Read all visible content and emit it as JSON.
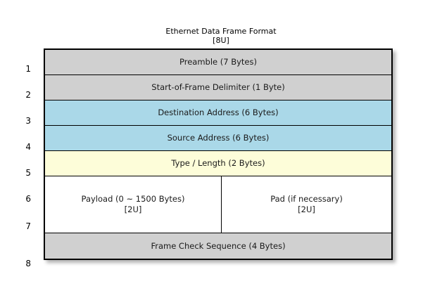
{
  "title": {
    "main": "Ethernet Data Frame Format",
    "sub": "[8U]"
  },
  "colors": {
    "header_gray": "#d0d0d0",
    "address_blue": "#aad8e8",
    "type_yellow": "#fdfdd9",
    "payload_white": "#ffffff",
    "border": "#000000",
    "background": "#ffffff"
  },
  "row_numbers": [
    "1",
    "2",
    "3",
    "4",
    "5",
    "6",
    "7",
    "8"
  ],
  "rows": [
    {
      "number": "1",
      "label": "Preamble (7 Bytes)",
      "fill": "gray"
    },
    {
      "number": "2",
      "label": "Start-of-Frame Delimiter (1 Byte)",
      "fill": "gray"
    },
    {
      "number": "3",
      "label": "Destination Address (6 Bytes)",
      "fill": "blue"
    },
    {
      "number": "4",
      "label": "Source Address (6 Bytes)",
      "fill": "blue"
    },
    {
      "number": "5",
      "label": "Type / Length (2 Bytes)",
      "fill": "yellow"
    },
    {
      "number": "6-7",
      "fill": "white",
      "split": true,
      "left_label": "Payload (0 ~ 1500 Bytes)\n[2U]",
      "right_label": "Pad (if necessary)\n[2U]"
    },
    {
      "number": "8",
      "label": "Frame Check Sequence (4 Bytes)",
      "fill": "gray"
    }
  ]
}
